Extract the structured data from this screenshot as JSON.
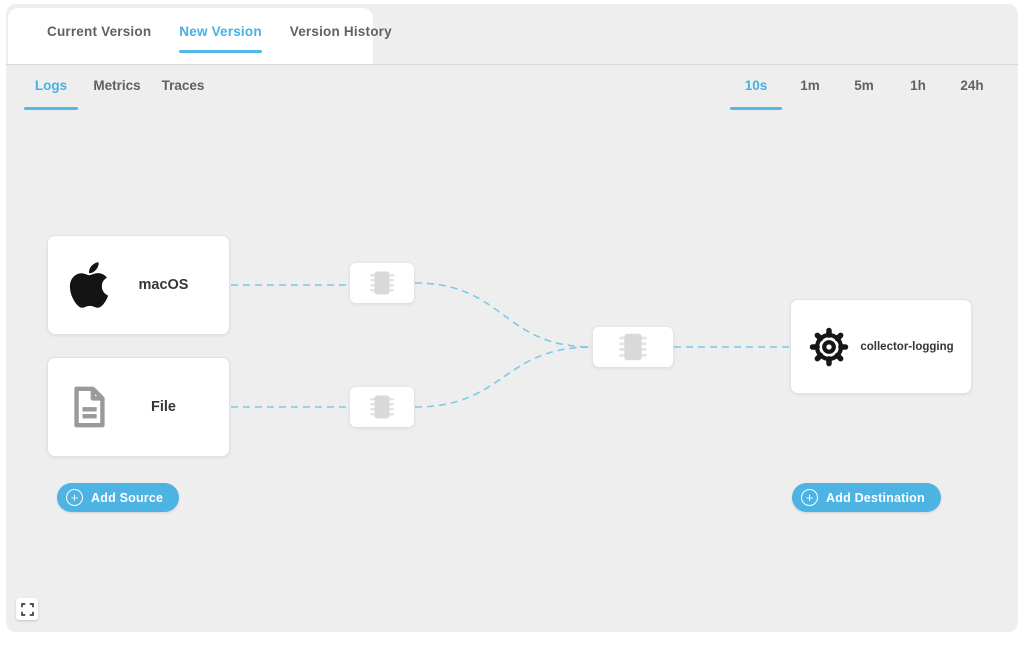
{
  "version_tabs": {
    "items": [
      {
        "label": "Current Version",
        "active": false
      },
      {
        "label": "New Version",
        "active": true
      },
      {
        "label": "Version History",
        "active": false
      }
    ]
  },
  "telemetry_tabs": {
    "items": [
      {
        "label": "Logs",
        "active": true
      },
      {
        "label": "Metrics",
        "active": false
      },
      {
        "label": "Traces",
        "active": false
      }
    ]
  },
  "time_ranges": {
    "items": [
      {
        "label": "10s",
        "active": true
      },
      {
        "label": "1m",
        "active": false
      },
      {
        "label": "5m",
        "active": false
      },
      {
        "label": "1h",
        "active": false
      },
      {
        "label": "24h",
        "active": false
      }
    ]
  },
  "pipeline": {
    "sources": [
      {
        "label": "macOS",
        "icon": "apple-icon"
      },
      {
        "label": "File",
        "icon": "file-icon"
      }
    ],
    "processors": [
      {
        "icon": "chip-icon"
      },
      {
        "icon": "chip-icon"
      },
      {
        "icon": "chip-icon"
      }
    ],
    "destinations": [
      {
        "label": "collector-logging",
        "icon": "gear-icon"
      }
    ],
    "buttons": {
      "add_source": "Add Source",
      "add_destination": "Add Destination"
    }
  },
  "controls": {
    "fullscreen_icon": "fullscreen-icon"
  },
  "colors": {
    "accent_blue": "#45b1e4",
    "underline_blue": "#53b9e8",
    "button_blue": "#4cb3e3",
    "connection_blue": "#7fc9e6",
    "canvas_gray": "#eeeeee",
    "divider_gray": "#d8d8d8",
    "inactive_tab_text": "#5c6266"
  }
}
